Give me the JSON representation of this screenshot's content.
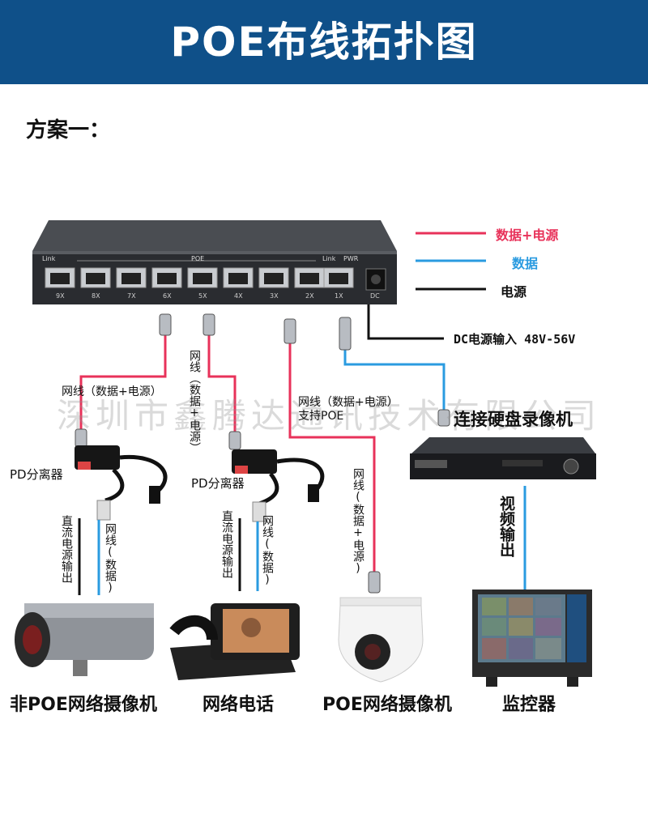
{
  "banner": {
    "title": "POE布线拓扑图"
  },
  "plan_label": "方案一：",
  "legend": [
    {
      "label": "数据+电源",
      "color": "#e8325a"
    },
    {
      "label": "数据",
      "color": "#2a9be0"
    },
    {
      "label": "电源",
      "color": "#111111"
    }
  ],
  "switch": {
    "link_label": "Link",
    "poe_label": "POE",
    "link2_label": "Link",
    "pwr_label": "PWR",
    "ports": [
      "9X",
      "8X",
      "7X",
      "6X",
      "5X",
      "4X",
      "3X",
      "2X",
      "1X"
    ],
    "dc_label": "DC"
  },
  "power_input": "DC电源输入 48V-56V",
  "labels": {
    "cable1": "网线（数据+电源）",
    "cable2_vertical": "网线（数据+电源）",
    "cable3_line1": "网线（数据+电源）",
    "cable3_line2": "支持POE",
    "cable4_vertical": "网线(数据+电源)",
    "pd1": "PD分离器",
    "pd2": "PD分离器",
    "dc_out1": "直流电源输出",
    "net1": "网线(数据)",
    "dc_out2": "直流电源输出",
    "net2": "网线(数据)",
    "nvr": "连接硬盘录像机",
    "video_out": "视频输出"
  },
  "watermark": "深圳市鑫腾达通讯技术有限公司",
  "devices": {
    "cam1": "非POE网络摄像机",
    "phone": "网络电话",
    "cam2": "POE网络摄像机",
    "monitor": "监控器"
  }
}
